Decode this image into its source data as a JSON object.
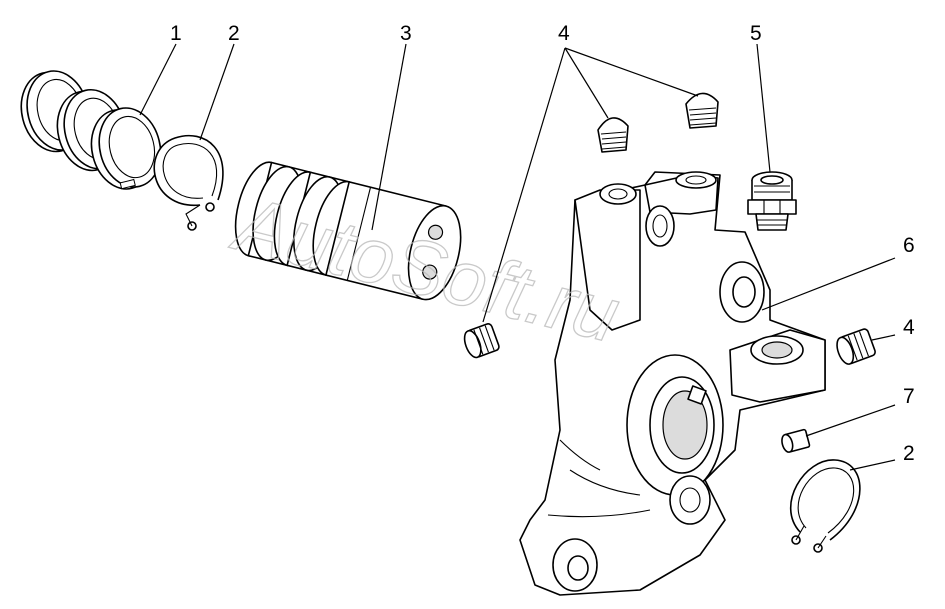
{
  "watermark": "AutoSoft.ru",
  "callouts": [
    {
      "id": "label-1",
      "text": "1"
    },
    {
      "id": "label-2-top",
      "text": "2"
    },
    {
      "id": "label-3",
      "text": "3"
    },
    {
      "id": "label-4-top",
      "text": "4"
    },
    {
      "id": "label-5",
      "text": "5"
    },
    {
      "id": "label-6",
      "text": "6"
    },
    {
      "id": "label-4-right",
      "text": "4"
    },
    {
      "id": "label-7",
      "text": "7"
    },
    {
      "id": "label-2-bottom",
      "text": "2"
    }
  ]
}
